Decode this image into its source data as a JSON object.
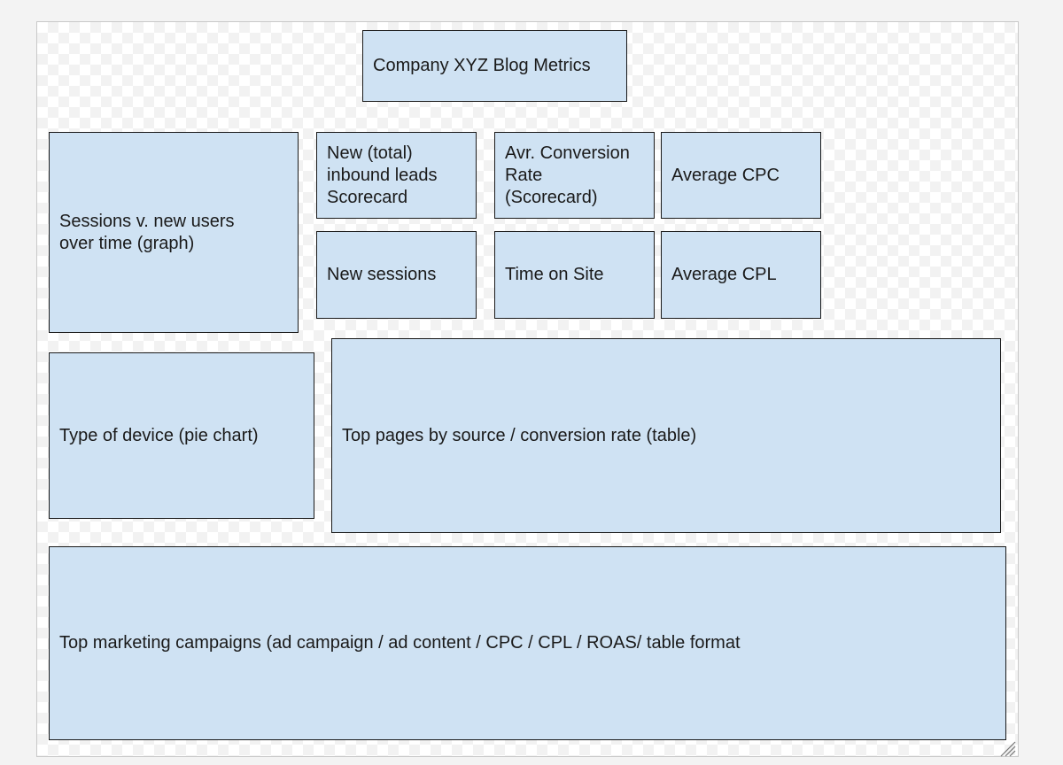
{
  "title": "Company XYZ Blog Metrics",
  "widgets": {
    "sessions_graph": "Sessions v. new users\nover time (graph)",
    "new_leads": "New (total)\ninbound leads\nScorecard",
    "conversion_rate": "Avr. Conversion\nRate\n(Scorecard)",
    "average_cpc": "Average CPC",
    "new_sessions": "New sessions",
    "time_on_site": "Time on Site",
    "average_cpl": "Average CPL",
    "device_type": "Type of device (pie chart)",
    "top_pages": "Top pages by source / conversion rate  (table)",
    "top_campaigns": "Top marketing campaigns (ad campaign / ad content  /  CPC / CPL / ROAS/ table format"
  },
  "colors": {
    "box_fill": "#cfe2f3",
    "box_border": "#1a1a1a",
    "text": "#1a1a1a"
  }
}
